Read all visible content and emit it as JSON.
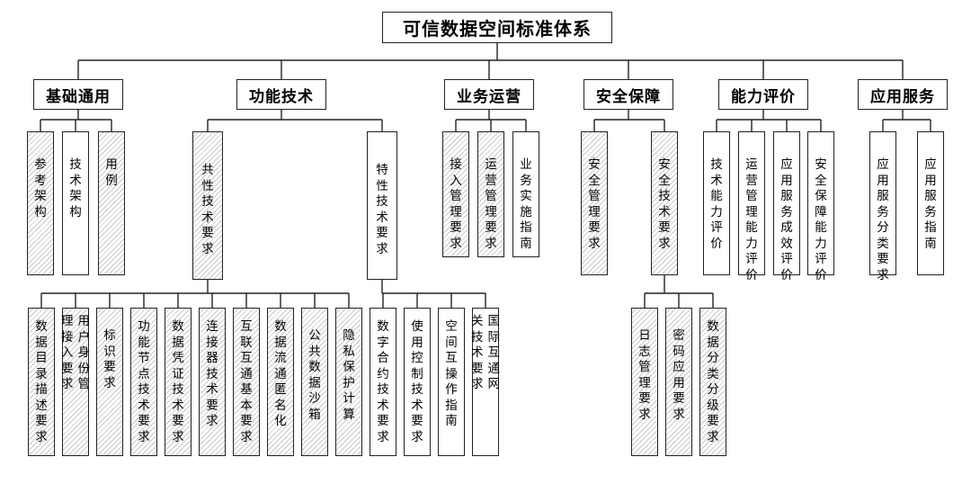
{
  "root": "可信数据空间标准体系",
  "categories": [
    {
      "title": "基础通用",
      "children": [
        {
          "label": "参考架构",
          "hatched": true
        },
        {
          "label": "技术架构",
          "hatched": false
        },
        {
          "label": "用例",
          "hatched": true
        }
      ]
    },
    {
      "title": "功能技术",
      "children": [
        {
          "label": "共性技术要求",
          "hatched": true,
          "children": [
            {
              "label": "数据目录描述要求",
              "hatched": true
            },
            {
              "label": "用户身份管理接入要求",
              "hatched": true
            },
            {
              "label": "标识要求",
              "hatched": true
            },
            {
              "label": "功能节点技术要求",
              "hatched": true
            },
            {
              "label": "数据凭证技术要求",
              "hatched": true
            },
            {
              "label": "连接器技术要求",
              "hatched": true
            },
            {
              "label": "互联互通基本要求",
              "hatched": true
            },
            {
              "label": "数据流通匿名化",
              "hatched": true
            },
            {
              "label": "公共数据沙箱",
              "hatched": true
            },
            {
              "label": "隐私保护计算",
              "hatched": true
            }
          ]
        },
        {
          "label": "特性技术要求",
          "hatched": false,
          "children": [
            {
              "label": "数字合约技术要求",
              "hatched": false
            },
            {
              "label": "使用控制技术要求",
              "hatched": false
            },
            {
              "label": "空间互操作指南",
              "hatched": false
            },
            {
              "label": "国际互通网关技术要求",
              "hatched": false
            }
          ]
        }
      ]
    },
    {
      "title": "业务运营",
      "children": [
        {
          "label": "接入管理要求",
          "hatched": true
        },
        {
          "label": "运营管理要求",
          "hatched": true
        },
        {
          "label": "业务实施指南",
          "hatched": false
        }
      ]
    },
    {
      "title": "安全保障",
      "children": [
        {
          "label": "安全管理要求",
          "hatched": true
        },
        {
          "label": "安全技术要求",
          "hatched": true,
          "children": [
            {
              "label": "日志管理要求",
              "hatched": true
            },
            {
              "label": "密码应用要求",
              "hatched": true
            },
            {
              "label": "数据分类分级要求",
              "hatched": true
            }
          ]
        }
      ]
    },
    {
      "title": "能力评价",
      "children": [
        {
          "label": "技术能力评价",
          "hatched": false
        },
        {
          "label": "运营管理能力评价",
          "hatched": false
        },
        {
          "label": "应用服务成效评价",
          "hatched": false
        },
        {
          "label": "安全保障能力评价",
          "hatched": false
        }
      ]
    },
    {
      "title": "应用服务",
      "children": [
        {
          "label": "应用服务分类要求",
          "hatched": false
        },
        {
          "label": "应用服务指南",
          "hatched": false
        }
      ]
    }
  ]
}
